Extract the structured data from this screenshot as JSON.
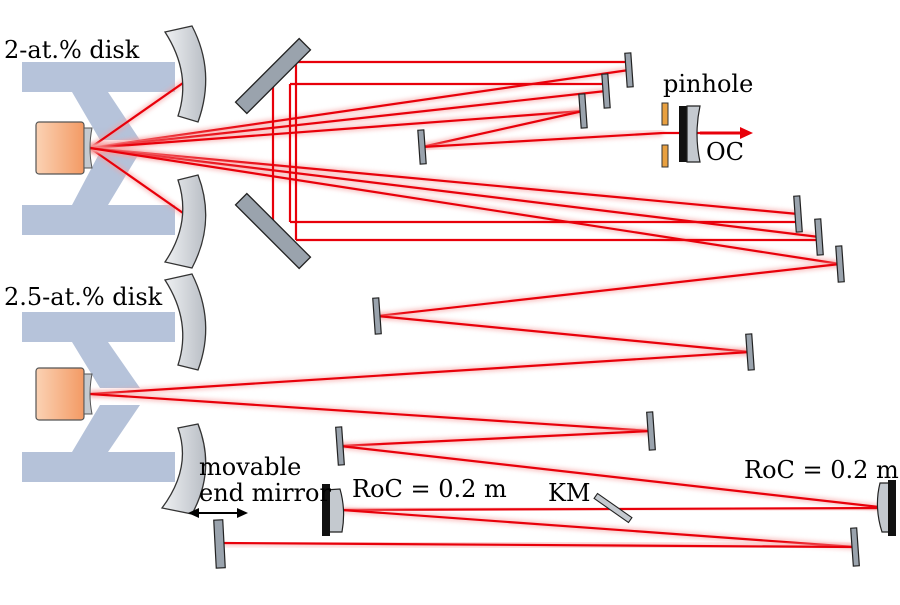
{
  "labels": {
    "disk1": "2-at.% disk",
    "disk2": "2.5-at.% disk",
    "pinhole": "pinhole",
    "oc": "OC",
    "movable_line1": "movable",
    "movable_line2": "end mirror",
    "roc_left": "RoC = 0.2 m",
    "roc_right": "RoC = 0.2 m",
    "km": "KM"
  },
  "colors": {
    "beam": "#e8000a",
    "beam_glow": "#f6a0a0",
    "pump": "#9fb0cf",
    "mirror_fill": "#9aa3ad",
    "curved_mirror_fill": "#cfd3d8",
    "disk_head": "#f6a878",
    "pinhole_plate": "#e8a040",
    "heatsink": "#b7bdc5"
  },
  "icons": {
    "movable_arrow": "double-headed-arrow-icon",
    "output_arrow": "output-arrow-icon"
  }
}
